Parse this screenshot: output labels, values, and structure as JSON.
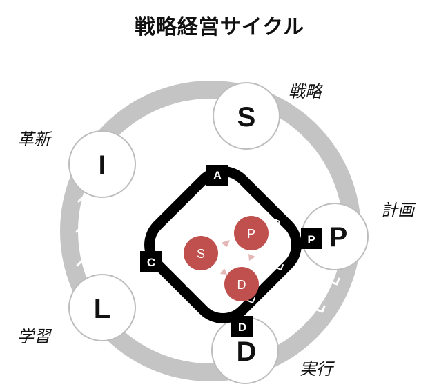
{
  "title": "戦略経営サイクル",
  "outer_cycle": [
    {
      "letter": "S",
      "label": "戦略"
    },
    {
      "letter": "P",
      "label": "計画"
    },
    {
      "letter": "D",
      "label": "実行"
    },
    {
      "letter": "L",
      "label": "学習"
    },
    {
      "letter": "I",
      "label": "革新"
    }
  ],
  "inner_cycle": {
    "corners": [
      "A",
      "P",
      "D",
      "C"
    ],
    "center_circles": [
      "P",
      "S",
      "D"
    ]
  },
  "colors": {
    "ring": "#c4c4c4",
    "node_border": "#bdbdbd",
    "inner_frame": "#000000",
    "inner_circle": "#c0504d",
    "inner_arrow": "#e3b7b5"
  }
}
